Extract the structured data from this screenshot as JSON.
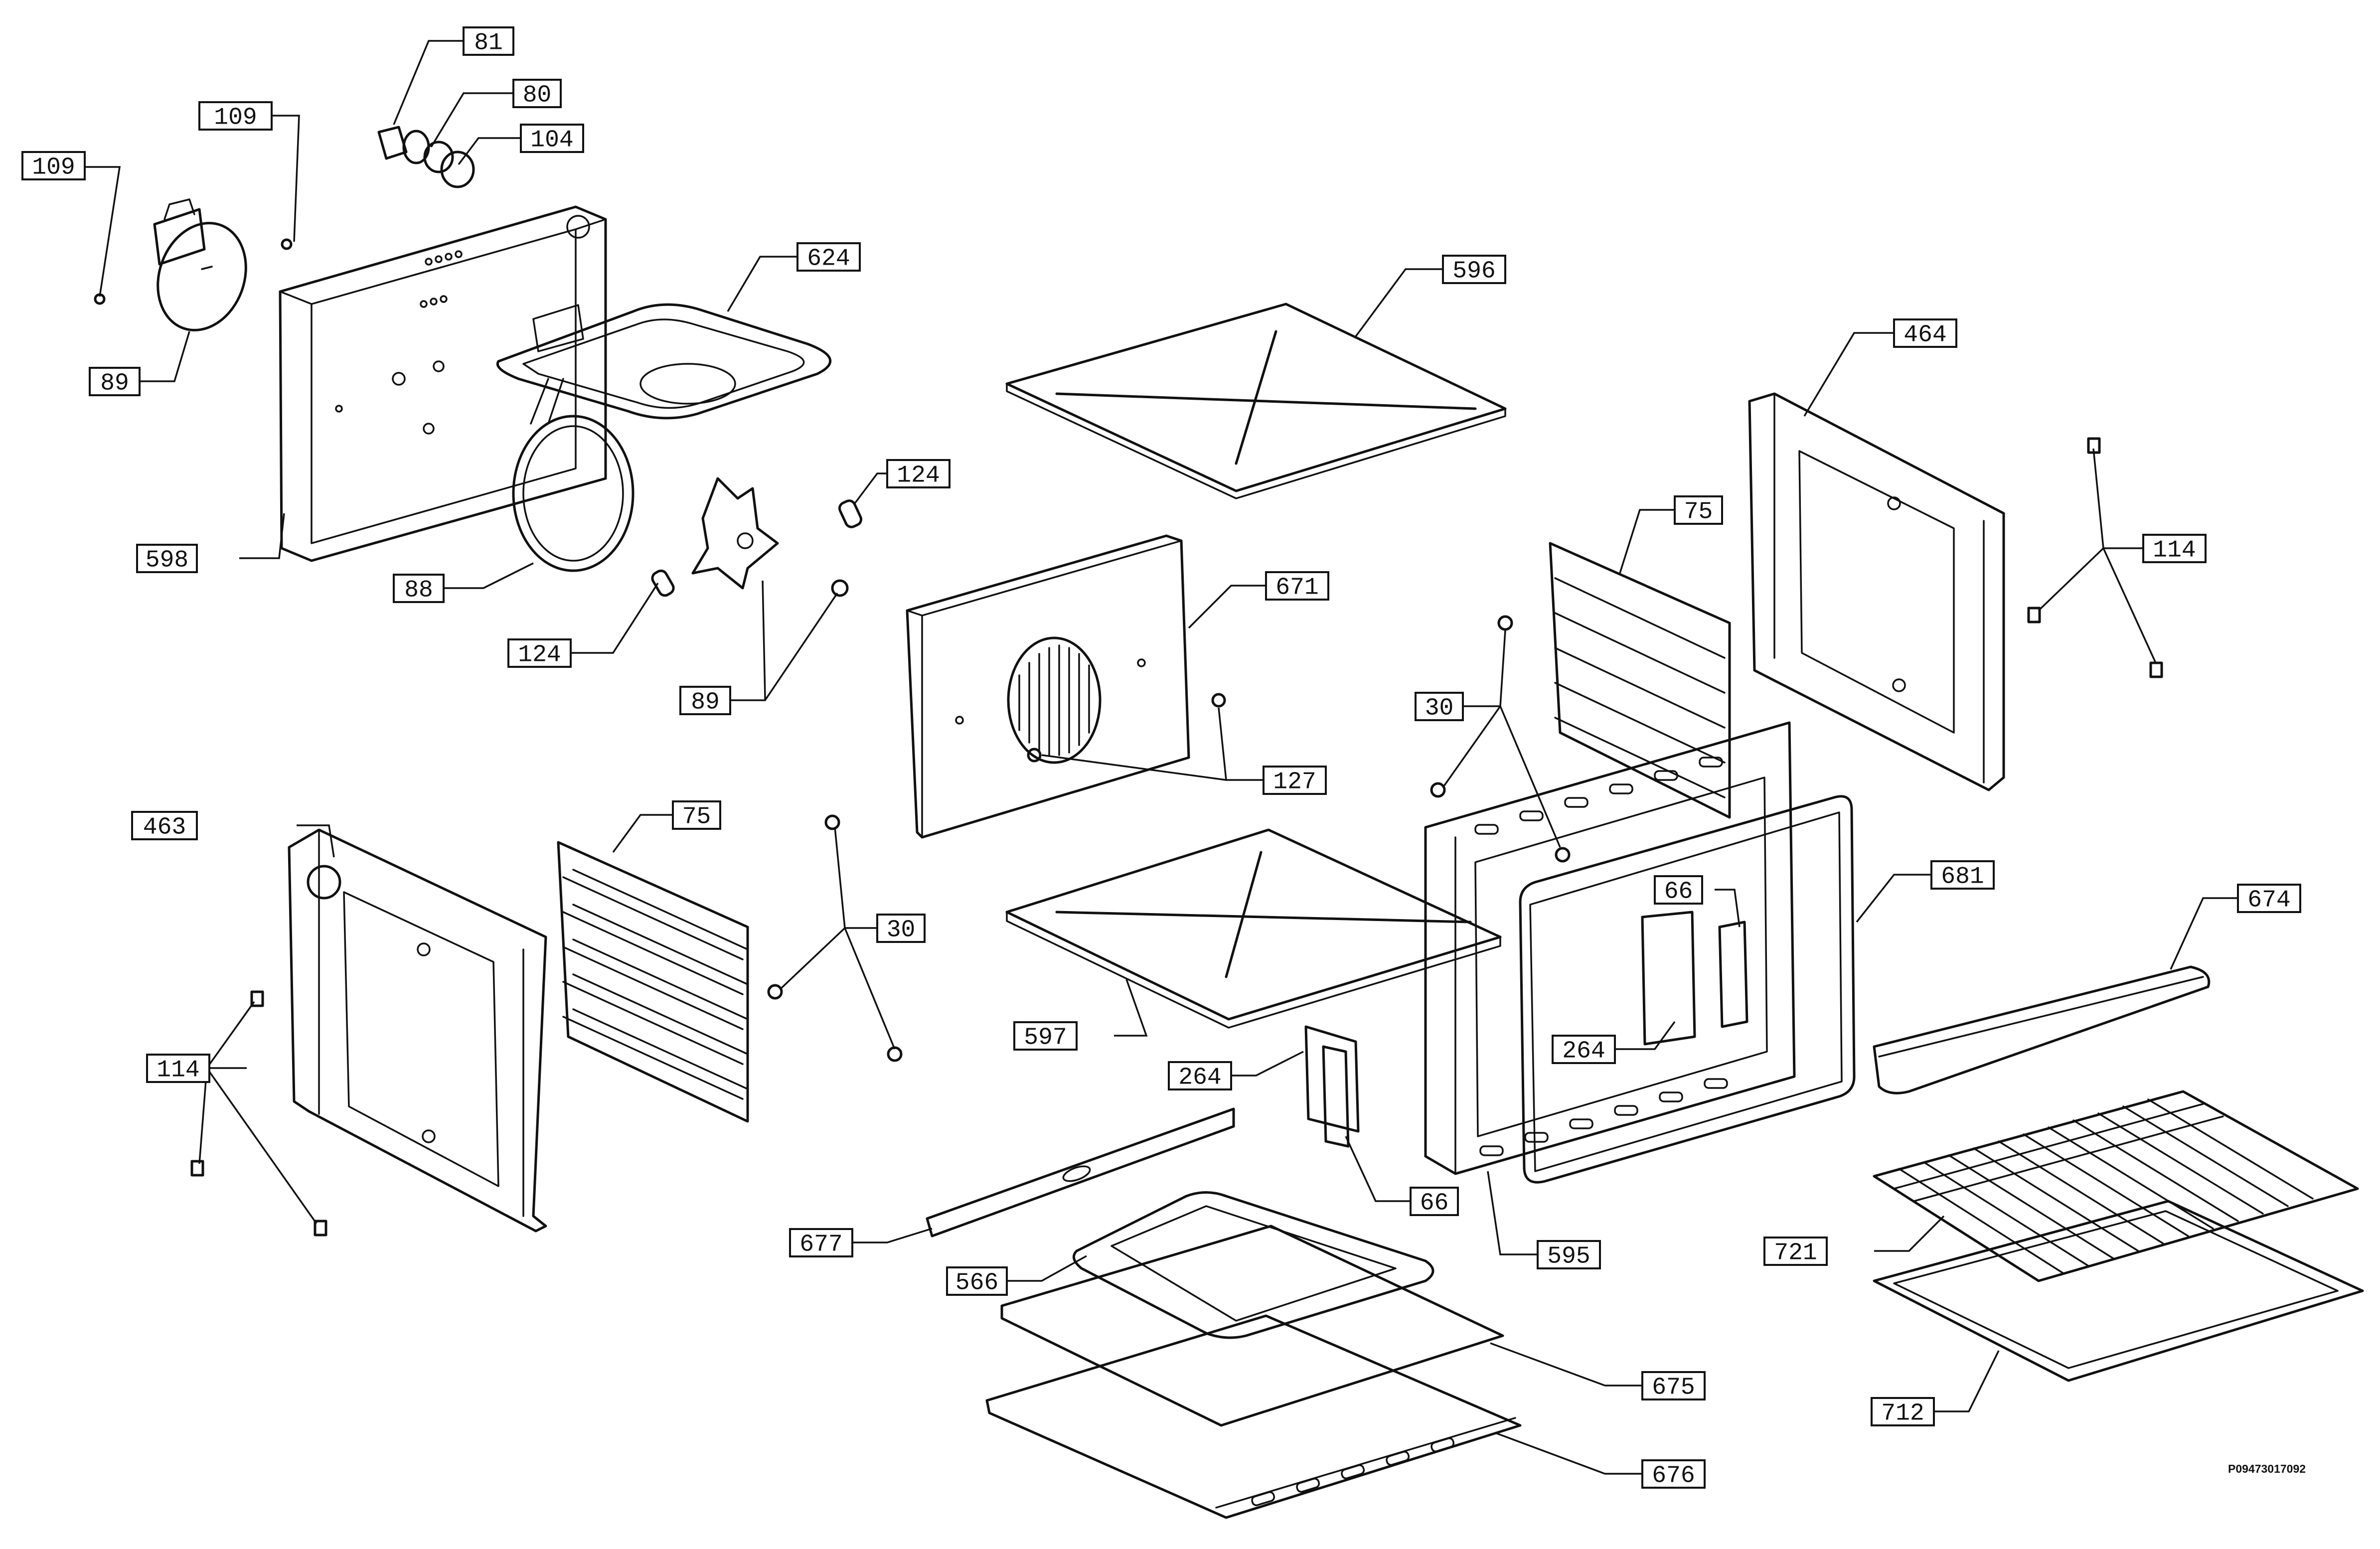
{
  "drawing_code": "P09473017092",
  "labels": [
    {
      "id": "l81",
      "text": "81"
    },
    {
      "id": "l80",
      "text": "80"
    },
    {
      "id": "l104",
      "text": "104"
    },
    {
      "id": "l109a",
      "text": "109"
    },
    {
      "id": "l109b",
      "text": "109"
    },
    {
      "id": "l89a",
      "text": "89"
    },
    {
      "id": "l598",
      "text": "598"
    },
    {
      "id": "l88",
      "text": "88"
    },
    {
      "id": "l624",
      "text": "624"
    },
    {
      "id": "l124a",
      "text": "124"
    },
    {
      "id": "l124b",
      "text": "124"
    },
    {
      "id": "l89b",
      "text": "89"
    },
    {
      "id": "l596",
      "text": "596"
    },
    {
      "id": "l671",
      "text": "671"
    },
    {
      "id": "l127",
      "text": "127"
    },
    {
      "id": "l464",
      "text": "464"
    },
    {
      "id": "l114a",
      "text": "114"
    },
    {
      "id": "l75a",
      "text": "75"
    },
    {
      "id": "l30a",
      "text": "30"
    },
    {
      "id": "l463",
      "text": "463"
    },
    {
      "id": "l75b",
      "text": "75"
    },
    {
      "id": "l30b",
      "text": "30"
    },
    {
      "id": "l114b",
      "text": "114"
    },
    {
      "id": "l597",
      "text": "597"
    },
    {
      "id": "l264a",
      "text": "264"
    },
    {
      "id": "l66a",
      "text": "66"
    },
    {
      "id": "l66b",
      "text": "66"
    },
    {
      "id": "l264b",
      "text": "264"
    },
    {
      "id": "l681",
      "text": "681"
    },
    {
      "id": "l674",
      "text": "674"
    },
    {
      "id": "l595",
      "text": "595"
    },
    {
      "id": "l677",
      "text": "677"
    },
    {
      "id": "l566",
      "text": "566"
    },
    {
      "id": "l675",
      "text": "675"
    },
    {
      "id": "l676",
      "text": "676"
    },
    {
      "id": "l721",
      "text": "721"
    },
    {
      "id": "l712",
      "text": "712"
    }
  ]
}
